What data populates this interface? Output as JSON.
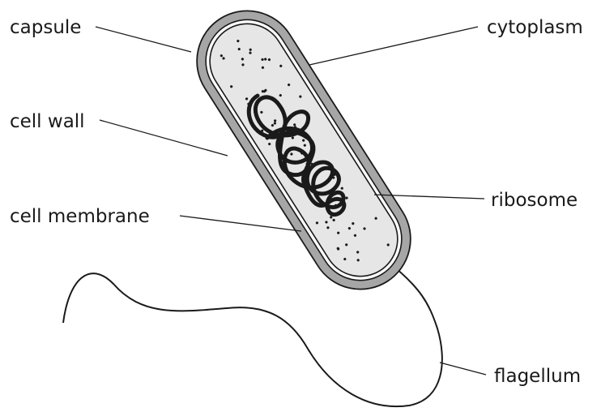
{
  "labels": {
    "capsule": "capsule",
    "cell_wall": "cell wall",
    "cell_membrane": "cell membrane",
    "cytoplasm": "cytoplasm",
    "ribosome": "ribosome",
    "flagellum": "flagellum"
  },
  "colors": {
    "capsule_fill": "#a6a6a6",
    "wall_fill": "#ffffff",
    "cytoplasm_fill": "#e6e6e6",
    "ink": "#1a1a1a"
  }
}
